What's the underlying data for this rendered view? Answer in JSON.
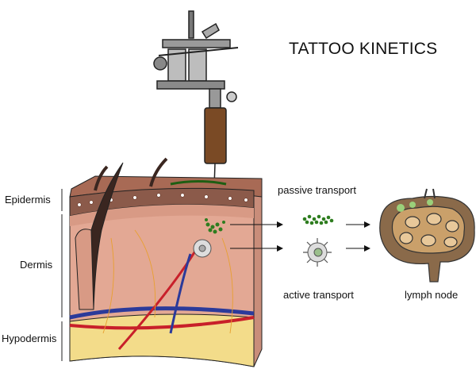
{
  "title": "TATTOO KINETICS",
  "layers": {
    "epidermis": "Epidermis",
    "dermis": "Dermis",
    "hypodermis": "Hypodermis"
  },
  "transport": {
    "passive": "passive transport",
    "active": "active transport"
  },
  "lymph_node": "lymph node",
  "colors": {
    "skin": "#e3a894",
    "epidermis": "#8b5a4a",
    "ink": "#2e7d1f",
    "artery": "#c8202a",
    "vein": "#2b3a9a",
    "fat": "#f3dc8a",
    "lymph": "#8a6a4a"
  }
}
